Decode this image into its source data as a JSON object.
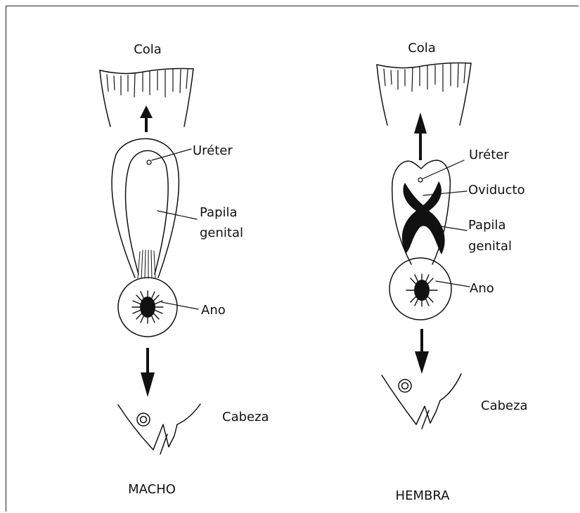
{
  "male": {
    "tail_label": "Cola",
    "ureter_label": "Uréter",
    "papilla_label_line1": "Papila",
    "papilla_label_line2": "genital",
    "anus_label": "Ano",
    "head_label": "Cabeza",
    "caption": "MACHO"
  },
  "female": {
    "tail_label": "Cola",
    "ureter_label": "Uréter",
    "oviduct_label": "Oviducto",
    "papilla_label_line1": "Papila",
    "papilla_label_line2": "genital",
    "anus_label": "Ano",
    "head_label": "Cabeza",
    "caption": "HEMBRA"
  }
}
